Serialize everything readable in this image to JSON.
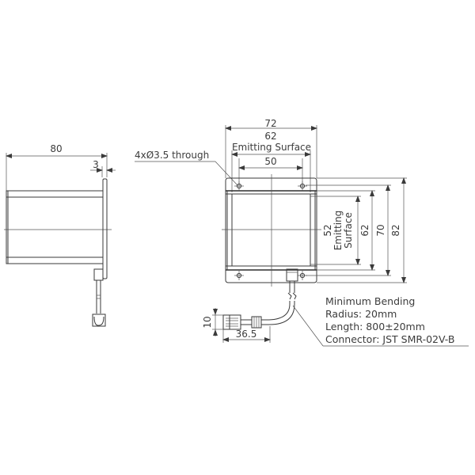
{
  "drawing": {
    "side_view": {
      "width_dim": "80",
      "plate_dim": "3"
    },
    "front_view": {
      "overall_width": "72",
      "emitting_width": "62",
      "emitting_width_label": "Emitting Surface",
      "hole_spacing_x": "50",
      "hole_callout": "4xØ3.5 through",
      "emitting_height": "52",
      "emitting_height_label_line1": "Emitting",
      "emitting_height_label_line2": "Surface",
      "dim_62": "62",
      "dim_70": "70",
      "dim_82": "82"
    },
    "connector": {
      "height_dim": "10",
      "length_dim": "36.5"
    },
    "notes": {
      "line1": "Minimum Bending",
      "line2": "Radius: 20mm",
      "line3": "Length: 800±20mm",
      "line4": "Connector: JST SMR-02V-B"
    }
  }
}
